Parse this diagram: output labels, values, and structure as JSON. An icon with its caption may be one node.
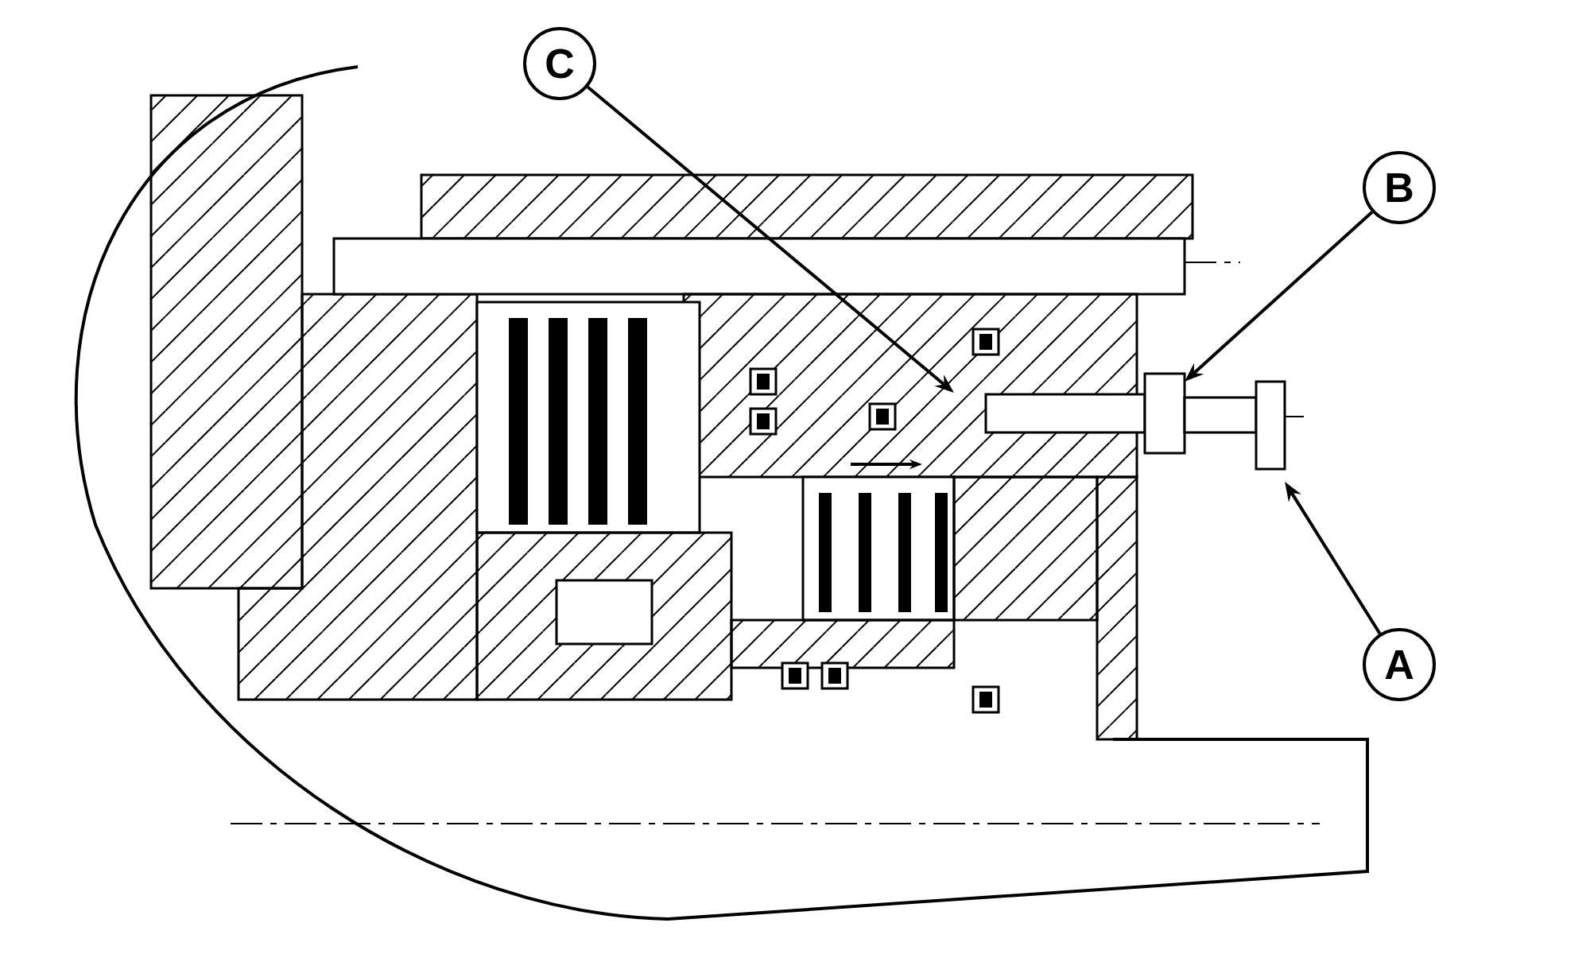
{
  "diagram": {
    "nodes": [
      {
        "text": [
          "C"
        ]
      },
      {
        "text": [
          "B"
        ]
      },
      {
        "text": [
          "A"
        ]
      }
    ],
    "edges": [
      {
        "from": 0,
        "to": null,
        "arrow": "to"
      },
      {
        "from": 1,
        "to": null,
        "arrow": "to"
      },
      {
        "from": 2,
        "to": null,
        "arrow": "to"
      }
    ]
  }
}
